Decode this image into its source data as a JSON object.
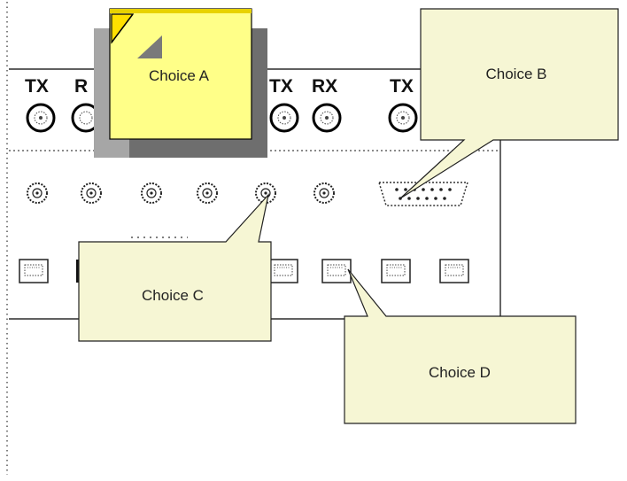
{
  "panel": {
    "top_ports": [
      {
        "label": "TX",
        "partial": false
      },
      {
        "label": "R",
        "partial": true
      },
      {
        "label": "TX",
        "partial": false
      },
      {
        "label": "RX",
        "partial": false
      },
      {
        "label": "TX",
        "partial": false
      }
    ],
    "coax_connector_count": 6,
    "rj_jack_count": 9
  },
  "callouts": {
    "a": {
      "label": "Choice A"
    },
    "b": {
      "label": "Choice B"
    },
    "c": {
      "label": "Choice C"
    },
    "d": {
      "label": "Choice D"
    }
  },
  "colors": {
    "callout_fill": "#f6f6d4",
    "callout_a_fill": "#ffff88",
    "shadow_gray": "#a6a6a6",
    "shadow_dark": "#6e6e6e",
    "panel_line": "#000000"
  }
}
